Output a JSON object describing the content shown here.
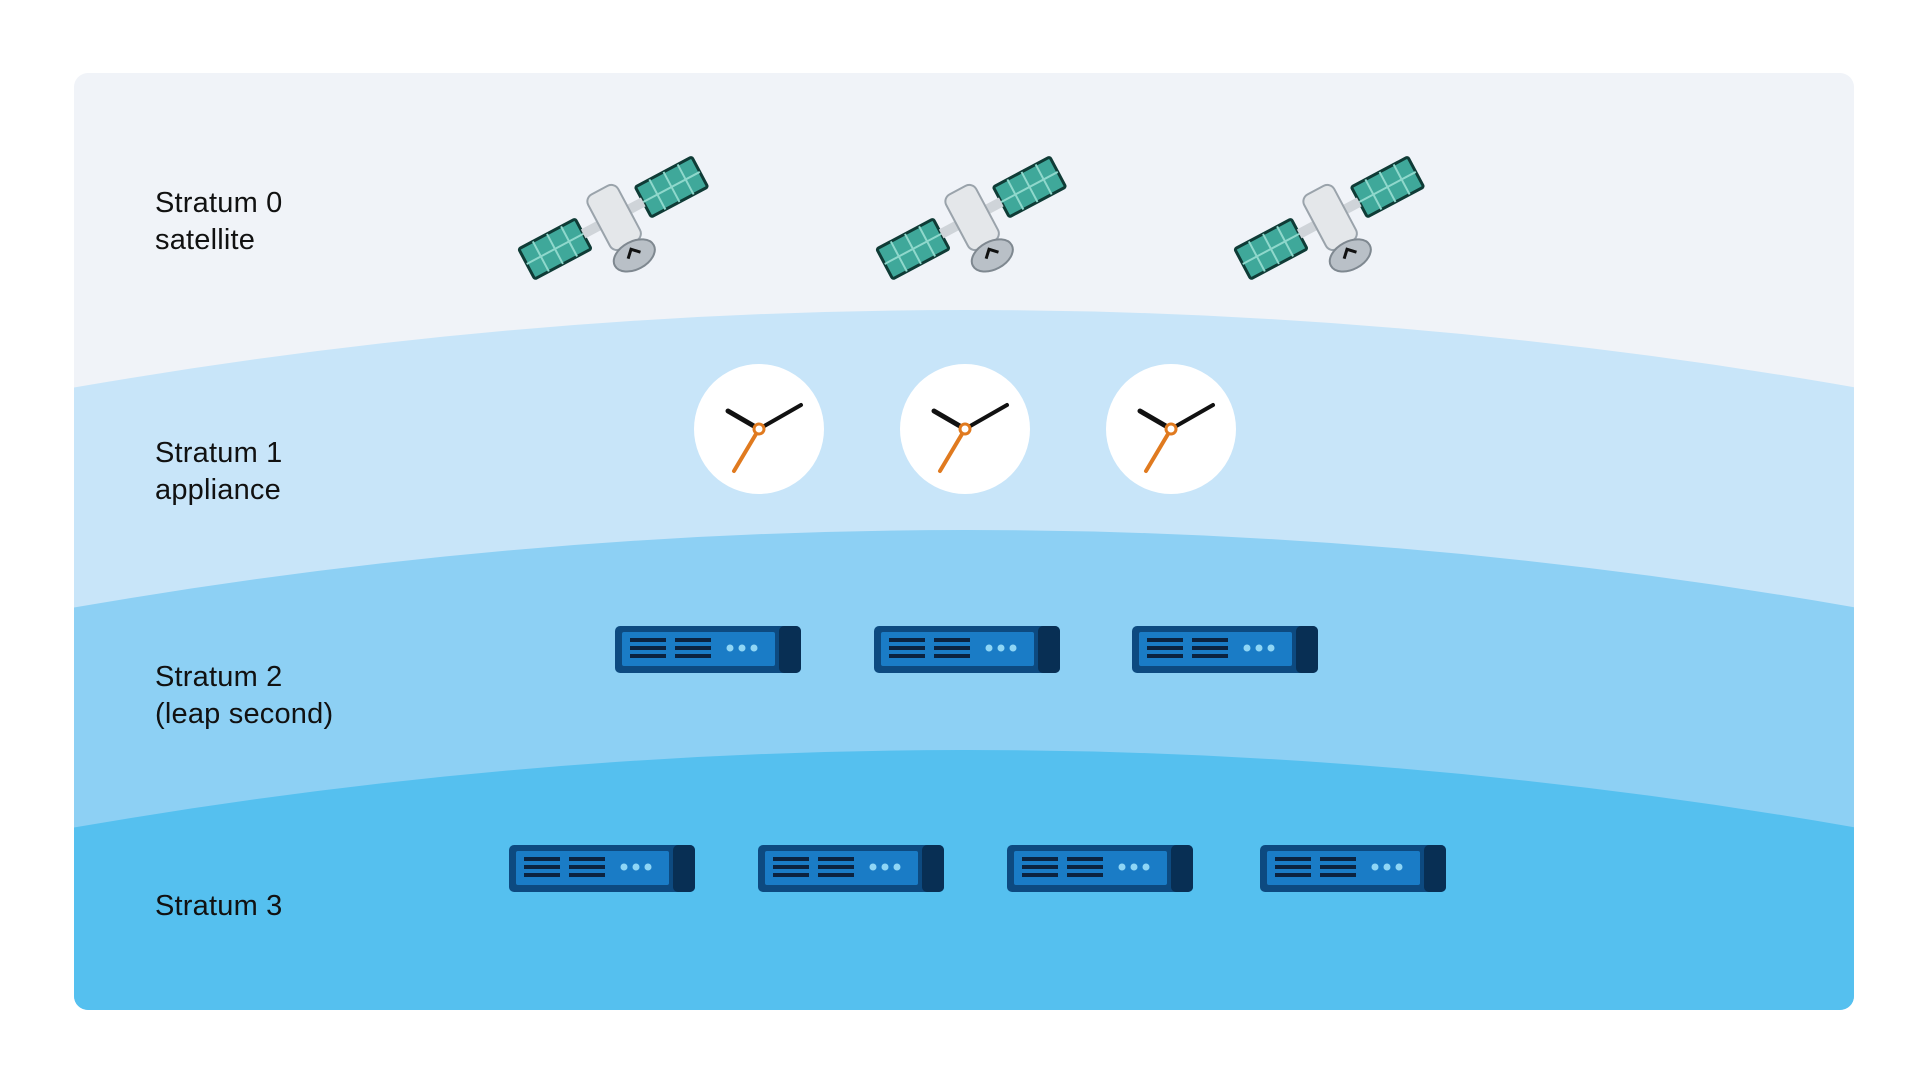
{
  "colors": {
    "background": "#ffffff",
    "panel": "#f0f3f8",
    "stratum1_band": "#c8e5f9",
    "stratum2_band": "#8dd0f4",
    "stratum3_band": "#55c0ef",
    "server_dark": "#0d4a80",
    "server_face": "#1a7cc6",
    "solar_panel": "#3fa89a",
    "clock_hand_orange": "#e07a1f"
  },
  "strata": [
    {
      "line1": "Stratum 0",
      "line2": "satellite",
      "icon": "satellite-icon",
      "count": 3
    },
    {
      "line1": "Stratum 1",
      "line2": "appliance",
      "icon": "clock-icon",
      "count": 3
    },
    {
      "line1": "Stratum 2",
      "line2": "(leap second)",
      "icon": "server-icon",
      "count": 3
    },
    {
      "line1": "Stratum 3",
      "line2": "",
      "icon": "server-icon",
      "count": 4
    }
  ]
}
